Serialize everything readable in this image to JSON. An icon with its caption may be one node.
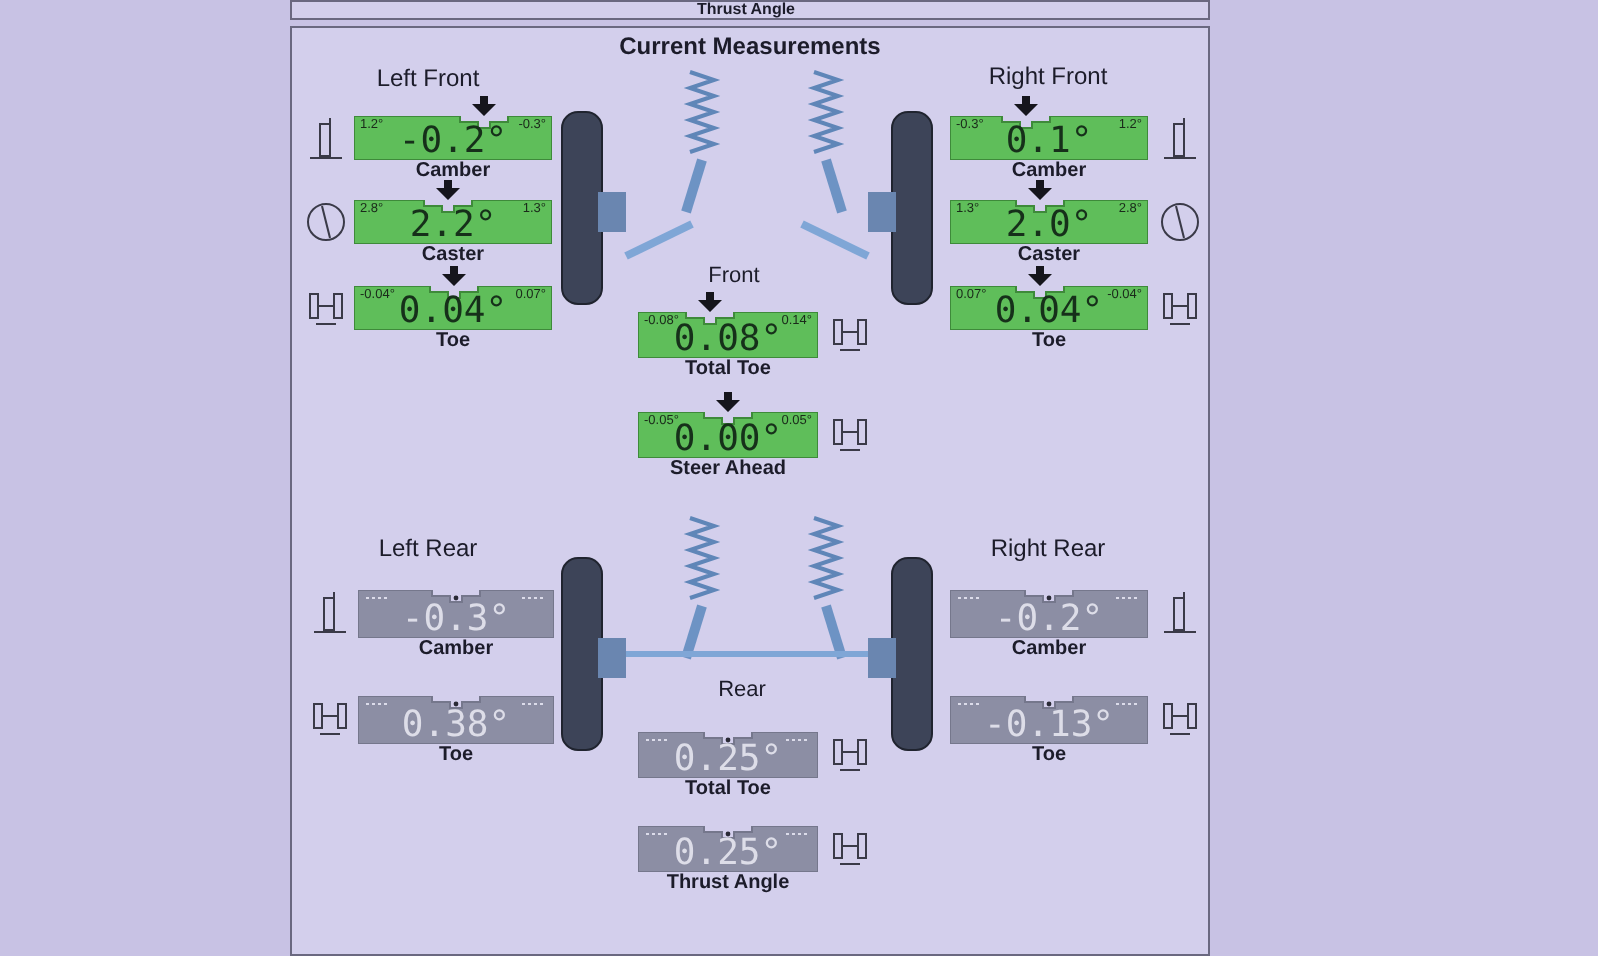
{
  "diagram": {
    "title": "Current Measurements",
    "nodes": [
      {
        "text": [],
        "shape": "box"
      },
      {
        "text": [
          "1.2°",
          "-0.3°",
          "-0.2°"
        ],
        "beside": [
          "Camber"
        ],
        "in": 0
      },
      {
        "text": [
          "2.8°",
          "1.3°",
          "2.2°"
        ],
        "beside": [
          "Caster"
        ],
        "in": 0
      },
      {
        "text": [
          "-0.04°",
          "0.07°",
          "0.04°"
        ],
        "beside": [
          "Toe"
        ],
        "in": 0
      },
      {
        "text": [
          "-0.3°",
          "1.2°",
          "0.1°"
        ],
        "beside": [
          "Camber"
        ],
        "in": 0
      },
      {
        "text": [
          "1.3°",
          "2.8°",
          "2.0°"
        ],
        "beside": [
          "Caster"
        ],
        "in": 0
      },
      {
        "text": [
          "0.07°",
          "-0.04°",
          "0.04°"
        ],
        "beside": [
          "Toe"
        ],
        "in": 0
      },
      {
        "text": [
          "-0.08°",
          "0.14°",
          "0.08°"
        ],
        "beside": [
          "Total Toe"
        ],
        "in": 0
      },
      {
        "text": [
          "-0.05°",
          "0.05°",
          "0.00°"
        ],
        "beside": [
          "Steer Ahead"
        ],
        "in": 0
      },
      {
        "text": [
          "-0.3°"
        ],
        "beside": [
          "Camber"
        ],
        "in": 0
      },
      {
        "text": [
          "0.38°"
        ],
        "beside": [
          "Toe"
        ],
        "in": 0
      },
      {
        "text": [
          "-0.2°"
        ],
        "beside": [
          "Camber"
        ],
        "in": 0
      },
      {
        "text": [
          "-0.13°"
        ],
        "beside": [
          "Toe"
        ],
        "in": 0
      },
      {
        "text": [
          "0.25°"
        ],
        "beside": [
          "Total Toe"
        ],
        "in": 0
      },
      {
        "text": [
          "0.25°"
        ],
        "beside": [
          "Thrust Angle"
        ],
        "in": 0
      }
    ],
    "labels": [
      "Thrust Angle",
      "Left Front",
      "Right Front",
      "Front",
      "Left Rear",
      "Right Rear",
      "Rear"
    ]
  }
}
